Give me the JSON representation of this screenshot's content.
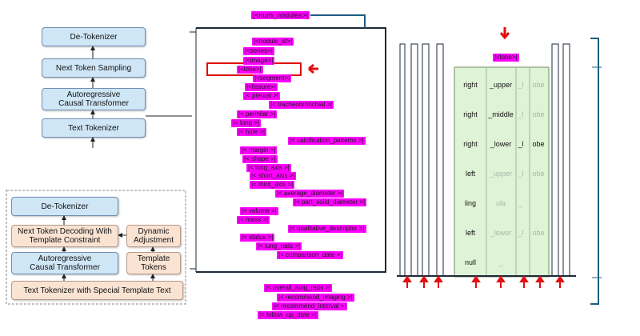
{
  "top_stack": {
    "detokenizer": "De-Tokenizer",
    "next_token": "Next Token Sampling",
    "transformer": "Autoregressive Causal Transformer",
    "tokenizer": "Text Tokenizer"
  },
  "bottom_stack": {
    "detokenizer": "De-Tokenizer",
    "next_token": "Next Token Decoding With Template Constraint",
    "transformer": "Autoregressive Causal Transformer",
    "tokenizer": "Text Tokenizer with Special Template Text",
    "dynamic": "Dynamic Adjustment",
    "template_tokens": "Template Tokens"
  },
  "tags": {
    "num_nodules": "|<num_nodules>|",
    "nodule_id": "|<nodule_id>|",
    "series": "|<series>|",
    "image": "|<image>|",
    "lobe": "|<lobe>|",
    "segment": "|<segment>|",
    "fissure": "|<fissure>|",
    "pleural": "|< pleural >|",
    "tracheo": "|< tracheobronchial >|",
    "perihilar": "|< perihilar >|",
    "lung": "|< lung >|",
    "type": "|< type >|",
    "calcification": "|< calcification_patterns >|",
    "margin": "|< margin >|",
    "shape": "|< shape >|",
    "long_axis": "|< long_axis >|",
    "short_axis": "|< short_axis >|",
    "third_axis": "|< third_axis >|",
    "avg_diam": "|< average_diameter >|",
    "part_solid": "|< part_solid_diameter >|",
    "volume": "|< volume >|",
    "mass": "|< mass >|",
    "qualitative": "|< qualitative_descriptor >|",
    "status": "|< status >|",
    "lung_rads": "|< lung_rads >|",
    "comparison": "|< comparison_date >|",
    "overall": "|< overall_lung_rads >|",
    "imaging": "|< recommend_imaging >|",
    "interval": "|< recommend_interval >|",
    "follow": "|< follow_up_date >|",
    "lobe_header": "|<lobe>|"
  },
  "table": {
    "rows": [
      [
        "right",
        "_upper",
        "_l",
        "obe"
      ],
      [
        "right",
        "_middle",
        "_l",
        "obe"
      ],
      [
        "right",
        "_lower",
        "_l",
        "obe"
      ],
      [
        "left",
        "_upper",
        "_l",
        "obe"
      ],
      [
        "ling",
        "ula",
        "_",
        ""
      ],
      [
        "left",
        "_lower",
        "_l",
        "obe"
      ],
      [
        "null",
        "_",
        "",
        ""
      ]
    ],
    "faint_cells": [
      [
        0,
        2
      ],
      [
        0,
        3
      ],
      [
        1,
        2
      ],
      [
        1,
        3
      ],
      [
        3,
        1
      ],
      [
        3,
        2
      ],
      [
        3,
        3
      ],
      [
        4,
        1
      ],
      [
        4,
        2
      ],
      [
        5,
        1
      ],
      [
        5,
        2
      ],
      [
        5,
        3
      ],
      [
        6,
        1
      ]
    ]
  },
  "colors": {
    "tag": "#ff00ff",
    "red": "#e01010",
    "table_fill": "#dff3d6"
  }
}
